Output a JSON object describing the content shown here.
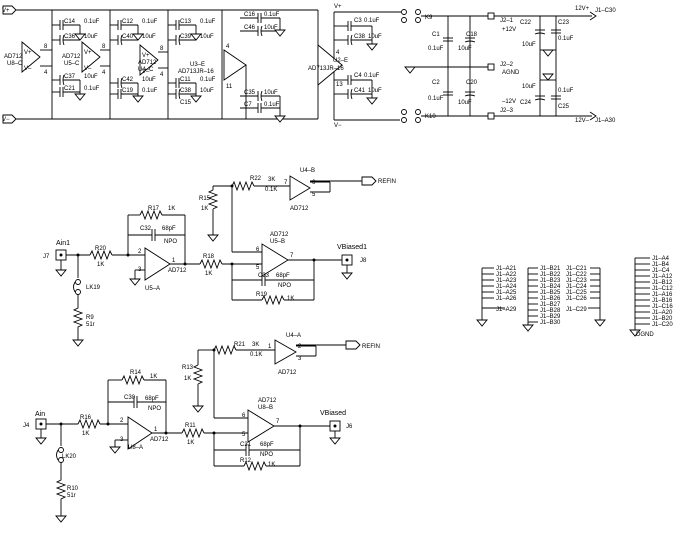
{
  "power": {
    "rails": {
      "vplus": "V+",
      "vminus": "V−",
      "vplus_r": "V+",
      "vminus_r": "V−"
    },
    "decoupling": [
      {
        "ref": "C14",
        "val": "0.1uF"
      },
      {
        "ref": "C36",
        "val": "10uF"
      },
      {
        "ref": "C12",
        "val": "0.1uF"
      },
      {
        "ref": "C40",
        "val": "10uF"
      },
      {
        "ref": "C13",
        "val": "0.1uF"
      },
      {
        "ref": "C39",
        "val": "10uF"
      },
      {
        "ref": "C16",
        "val": "0.1uF"
      },
      {
        "ref": "C46",
        "val": "10uF"
      },
      {
        "ref": "C37",
        "val": "10uF"
      },
      {
        "ref": "C21",
        "val": "0.1uF"
      },
      {
        "ref": "C42",
        "val": "10uF"
      },
      {
        "ref": "C19",
        "val": "0.1uF"
      },
      {
        "ref": "C11",
        "val": "0.1uF"
      },
      {
        "ref": "C38",
        "val": "10uF"
      },
      {
        "ref": "C15",
        "val": "0.1uF"
      },
      {
        "ref": "C35",
        "val": "10uF"
      },
      {
        "ref": "C7",
        "val": "0.1uF"
      }
    ],
    "amps": [
      {
        "line1": "AD712",
        "line2": "U8–C"
      },
      {
        "line1": "AD712",
        "line2": "U5–C"
      },
      {
        "line1": "AD712",
        "line2": "U4–C"
      },
      {
        "line1": "U3–E",
        "line2": "AD713JR–16"
      }
    ],
    "pins": [
      "8",
      "4",
      "8",
      "4",
      "8",
      "4",
      "4",
      "11"
    ],
    "vv": [
      "V+",
      "V–",
      "V+",
      "V–",
      "V+",
      "V–",
      "V+",
      "V–"
    ]
  },
  "supply": {
    "amp": {
      "line1": "U2–E",
      "line2": "AD713JR–16",
      "pin_top": "4",
      "pin_bot": "13"
    },
    "caps": [
      {
        "ref": "C3",
        "val": "0.1uF"
      },
      {
        "ref": "C38",
        "val": "10uF"
      },
      {
        "ref": "C4",
        "val": "0.1uF"
      },
      {
        "ref": "C41",
        "val": "10uF"
      },
      {
        "ref": "C1",
        "val": "0.1uF"
      },
      {
        "ref": "C18",
        "val": "10uF"
      },
      {
        "ref": "C2",
        "val": "0.1uF"
      },
      {
        "ref": "C20",
        "val": "10uF"
      },
      {
        "ref": "C22",
        "val": "10uF"
      },
      {
        "ref": "C23",
        "val": "0.1uF"
      },
      {
        "ref": "C24",
        "val": "10uF"
      },
      {
        "ref": "C25",
        "val": "0.1uF"
      }
    ],
    "links": {
      "k9": "K9",
      "k10": "K10"
    },
    "jacks": [
      {
        "ref": "J2–1",
        "label": "+12V"
      },
      {
        "ref": "J2–2",
        "label": "AGND"
      },
      {
        "ref": "J2–3",
        "label": "–12V"
      }
    ],
    "rails": {
      "p12": "12V+",
      "m12": "12V–",
      "p12_conn": "J1–C30",
      "m12_conn": "J1–A30"
    }
  },
  "channel1": {
    "input_jack": {
      "ref": "J7",
      "label": "Ain1"
    },
    "link": "LK19",
    "r_input": {
      "ref": "R20",
      "val": "1K"
    },
    "r_term": {
      "ref": "R9",
      "val": "51r"
    },
    "r_fb1": {
      "ref": "R17",
      "val": "1K"
    },
    "c_fb1": {
      "ref": "C32",
      "val": "68pF",
      "type": "NPO"
    },
    "amp1": {
      "line1": "U5–A",
      "line2": "AD712",
      "pins": [
        "2",
        "3",
        "1"
      ]
    },
    "r_mid": {
      "ref": "R18",
      "val": "1K"
    },
    "r_offset": {
      "ref": "R15",
      "val": "1K"
    },
    "r_ref": {
      "ref": "R22",
      "val": "3K",
      "tol": "0.1K"
    },
    "buf": {
      "ref": "U4–B",
      "part": "AD712",
      "pins": [
        "7",
        "6",
        "5"
      ]
    },
    "refin": "REFIN",
    "amp2": {
      "line1": "AD712",
      "line2": "U5–B",
      "pins": [
        "6",
        "5",
        "7"
      ]
    },
    "c_fb2": {
      "ref": "C33",
      "val": "68pF",
      "type": "NPO"
    },
    "r_fb2": {
      "ref": "R19",
      "val": "1K"
    },
    "output_jack": {
      "ref": "J8",
      "label": "VBiased1"
    }
  },
  "channel2": {
    "input_jack": {
      "ref": "J4",
      "label": "Ain"
    },
    "link": "LK20",
    "r_input": {
      "ref": "R16",
      "val": "1K"
    },
    "r_term": {
      "ref": "R10",
      "val": "51r"
    },
    "r_fb1": {
      "ref": "R14",
      "val": "1K"
    },
    "c_fb1": {
      "ref": "C30",
      "val": "68pF",
      "type": "NPO"
    },
    "amp1": {
      "line1": "U8–A",
      "line2": "AD712",
      "pins": [
        "2",
        "3",
        "1"
      ]
    },
    "r_mid": {
      "ref": "R11",
      "val": "1K"
    },
    "r_offset": {
      "ref": "R13",
      "val": "1K"
    },
    "r_ref": {
      "ref": "R21",
      "val": "3K",
      "tol": "0.1K"
    },
    "buf": {
      "ref": "U4–A",
      "part": "AD712",
      "pins": [
        "1",
        "2",
        "3"
      ]
    },
    "refin": "REFIN",
    "amp2": {
      "line1": "AD712",
      "line2": "U8–B",
      "pins": [
        "6",
        "5",
        "7"
      ]
    },
    "c_fb2": {
      "ref": "C31",
      "val": "68pF",
      "type": "NPO"
    },
    "r_fb2": {
      "ref": "R12",
      "val": "1K"
    },
    "output_jack": {
      "ref": "J6",
      "label": "VBiased"
    }
  },
  "connectors": {
    "col_a": [
      "J1–A21",
      "J1–A22",
      "J1–A23",
      "J1–A24",
      "J1–A25",
      "J1–A26",
      "J1–A29"
    ],
    "col_b": [
      "J1–B21",
      "J1–B22",
      "J1–B23",
      "J1–B24",
      "J1–B25",
      "J1–B26",
      "J1–B27",
      "J1–B28",
      "J1–B29",
      "J1–B30"
    ],
    "col_c": [
      "J1–C21",
      "J1–C22",
      "J1–C23",
      "J1–C24",
      "J1–C25",
      "J1–C26",
      "J1–C29"
    ],
    "col_d": [
      "J1–A4",
      "J1–B4",
      "J1–C4",
      "J1–A12",
      "J1–B12",
      "J1–C12",
      "J1–A16",
      "J1–B16",
      "J1–C16",
      "J1–A20",
      "J1–B20",
      "J1–C20"
    ],
    "dgnd": "DGND"
  }
}
